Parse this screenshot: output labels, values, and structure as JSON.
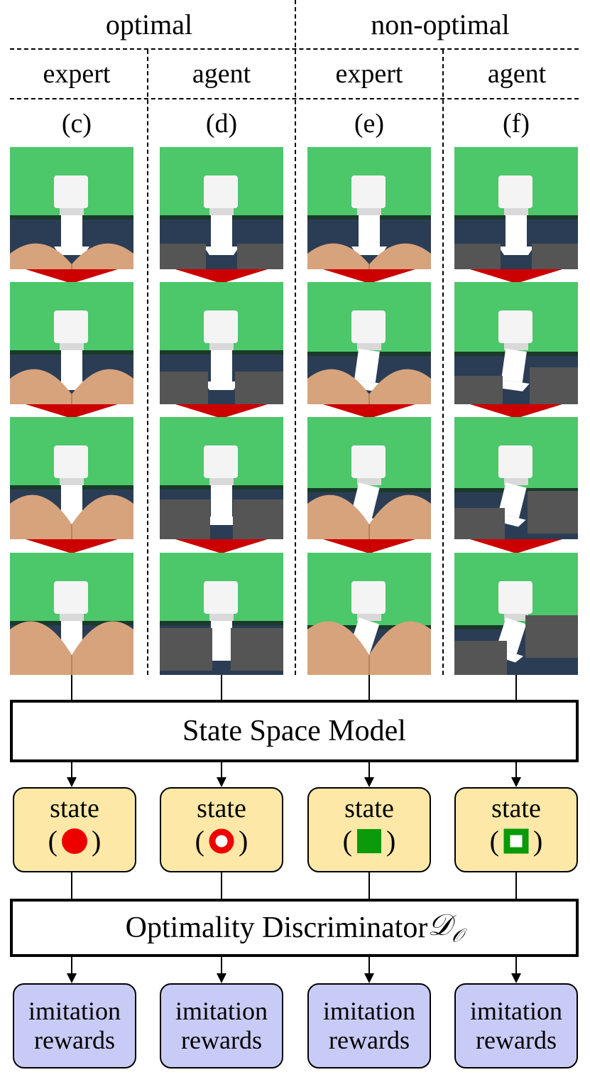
{
  "headers": {
    "optimal": "optimal",
    "non_optimal": "non-optimal"
  },
  "columns": [
    {
      "role": "expert",
      "letter": "(c)",
      "scene": "expert"
    },
    {
      "role": "agent",
      "letter": "(d)",
      "scene": "agent"
    },
    {
      "role": "expert",
      "letter": "(e)",
      "scene": "expert"
    },
    {
      "role": "agent",
      "letter": "(f)",
      "scene": "agent"
    }
  ],
  "frames_per_column": 4,
  "state_space_model": "State Space Model",
  "state_label": "state",
  "state_symbols": [
    {
      "shape": "circle",
      "fill": "filled",
      "color": "#ee0000"
    },
    {
      "shape": "circle",
      "fill": "hollow",
      "color": "#ee0000"
    },
    {
      "shape": "square",
      "fill": "filled",
      "color": "#0a9a0a"
    },
    {
      "shape": "square",
      "fill": "hollow",
      "color": "#0a9a0a"
    }
  ],
  "discriminator": {
    "label": "Optimality Discriminator ",
    "symbol": "𝒟",
    "subscript": "𝒪"
  },
  "reward": {
    "line1": "imitation",
    "line2": "rewards"
  },
  "colors": {
    "background_green": "#4cc76a",
    "table_dark": "#2b3d55",
    "hand_skin": "#d6a37c",
    "gray_block": "#555555",
    "triangle_red": "#cc0000",
    "state_fill": "#fde8a8",
    "reward_fill": "#c9cbf7"
  }
}
